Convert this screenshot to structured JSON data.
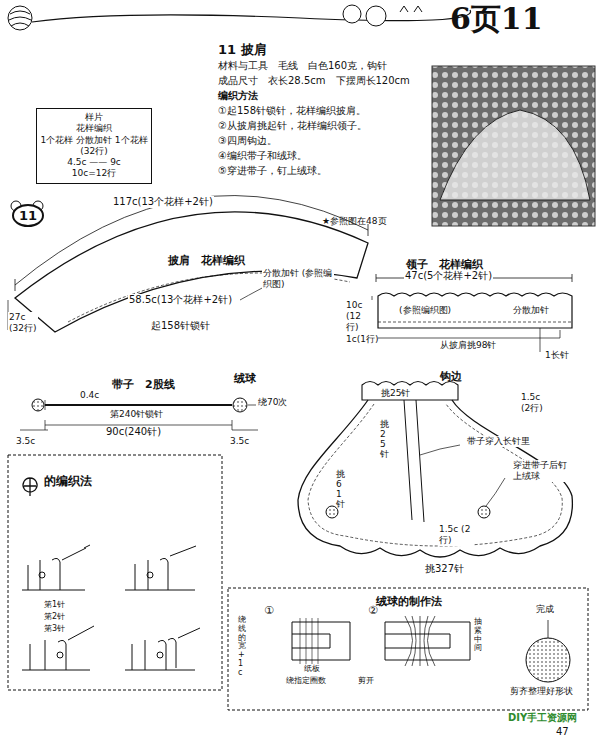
{
  "diagram": {
    "title": "11 披肩",
    "nodes": [
      {
        "text": [
          "样片",
          "花样编织",
          "1个花样 分散加针 1个花样",
          "(32行)",
          "4.5c —— 9c",
          "10c=12行"
        ]
      },
      {
        "text": [
          "11"
        ]
      }
    ],
    "labels": [
      "材料与工具　毛线　白色160克，钩针",
      "成品尺寸　衣长28.5cm　下摆周长120cm",
      "编织方法",
      "①起158针锁针，花样编织披肩。",
      "②从披肩挑起针，花样编织领子。",
      "③四周钩边。",
      "④编织带子和绒球。",
      "⑤穿进带子，钉上绒球。",
      "6页11",
      "★参照图在48页",
      "117c(13个花样+2针)",
      "披肩　花样编织",
      "分散加针 (参照编织图)",
      "58.5c(13个花样+2针)",
      "起158针锁针",
      "27c (32行)",
      "领子　花样编织",
      "47c(5个花样+2针)",
      "10c (12行)",
      "(参照编织图)",
      "分散加针",
      "1c(1行)",
      "从披肩挑98针",
      "1长针",
      "带子　2股线",
      "绒球",
      "0.4c",
      "第240针锁针",
      "90c(240针)",
      "3.5c",
      "3.5c",
      "绕70次",
      "钩边",
      "挑25针",
      "1.5c (2行)",
      "挑25针",
      "带子穿入长针里",
      "挑61针",
      "1.5c (2行)",
      "穿进带子后钉上绒球",
      "挑327针",
      "的编织法",
      "第1针",
      "第2针",
      "第3针",
      "绒球的制作法",
      "①",
      "②",
      "绕线的宽+1c",
      "纸板",
      "绕指定圈数",
      "抽紧中间",
      "剪开",
      "完成",
      "剪齐整理好形状",
      "47",
      "DIY手工资源网"
    ]
  }
}
